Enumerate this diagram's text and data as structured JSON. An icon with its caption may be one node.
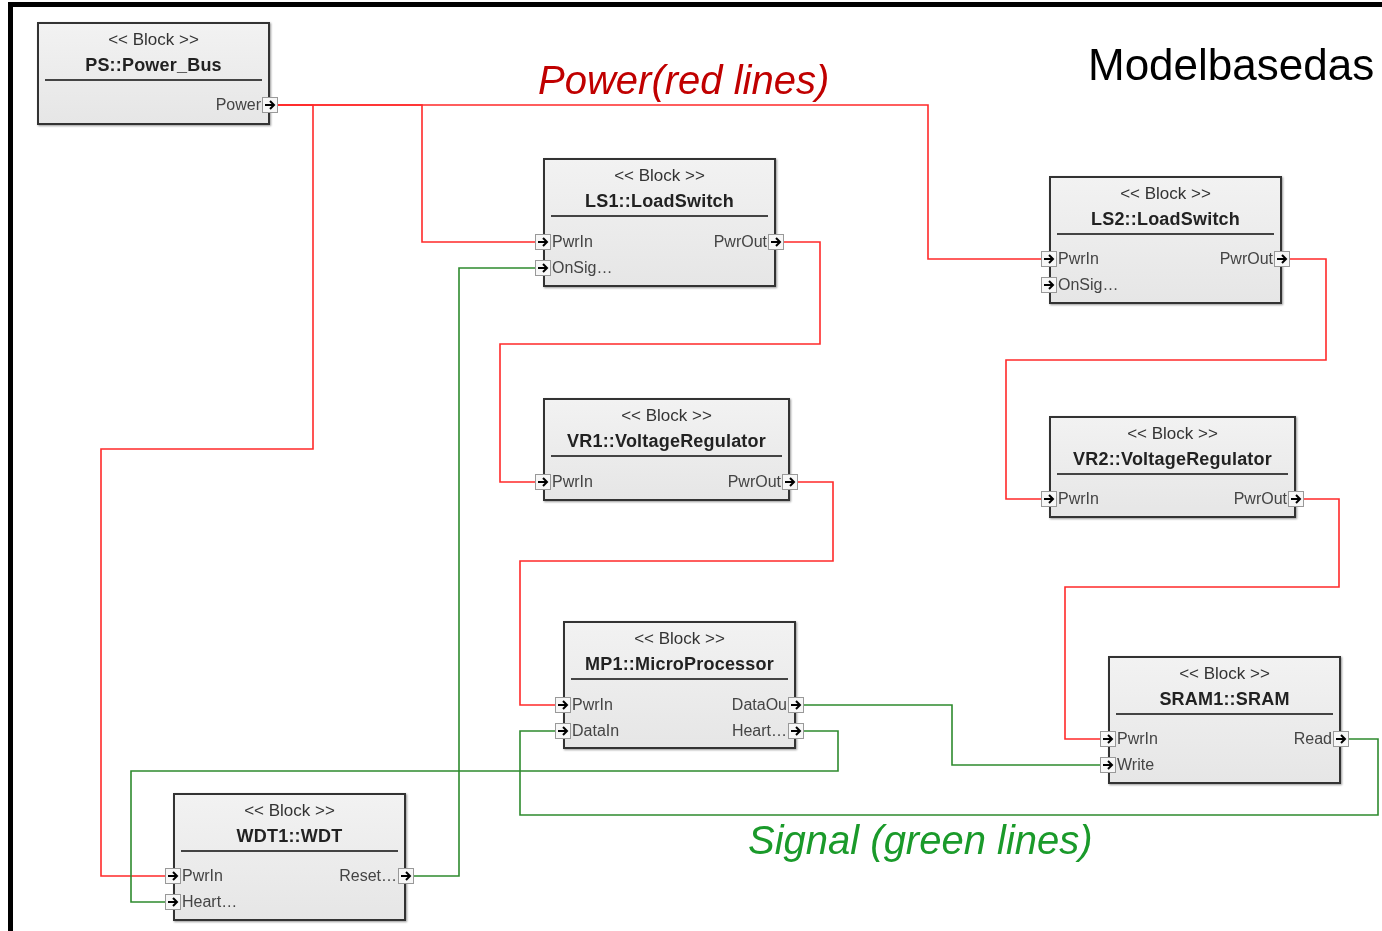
{
  "diagram": {
    "title": "Modelbasedas",
    "nodes": [
      {
        "text": [
          "<< Block >>",
          "PS::Power_Bus"
        ]
      },
      {
        "text": [],
        "shape": "box",
        "in": 0,
        "beside": [
          "Power"
        ]
      },
      {
        "text": [
          "<< Block >>",
          "LS1::LoadSwitch"
        ]
      },
      {
        "text": [],
        "shape": "box",
        "in": 2,
        "beside": [
          "PwrIn"
        ]
      },
      {
        "text": [],
        "shape": "box",
        "in": 2,
        "beside": [
          "OnSig…"
        ]
      },
      {
        "text": [],
        "shape": "box",
        "in": 2,
        "beside": [
          "PwrOut"
        ]
      },
      {
        "text": [
          "<< Block >>",
          "LS2::LoadSwitch"
        ]
      },
      {
        "text": [],
        "shape": "box",
        "in": 6,
        "beside": [
          "PwrIn"
        ]
      },
      {
        "text": [],
        "shape": "box",
        "in": 6,
        "beside": [
          "OnSig…"
        ]
      },
      {
        "text": [],
        "shape": "box",
        "in": 6,
        "beside": [
          "PwrOut"
        ]
      },
      {
        "text": [
          "<< Block >>",
          "VR1::VoltageRegulator"
        ]
      },
      {
        "text": [],
        "shape": "box",
        "in": 10,
        "beside": [
          "PwrIn"
        ]
      },
      {
        "text": [],
        "shape": "box",
        "in": 10,
        "beside": [
          "PwrOut"
        ]
      },
      {
        "text": [
          "<< Block >>",
          "VR2::VoltageRegulator"
        ]
      },
      {
        "text": [],
        "shape": "box",
        "in": 13,
        "beside": [
          "PwrIn"
        ]
      },
      {
        "text": [],
        "shape": "box",
        "in": 13,
        "beside": [
          "PwrOut"
        ]
      },
      {
        "text": [
          "<< Block >>",
          "MP1::MicroProcessor"
        ]
      },
      {
        "text": [],
        "shape": "box",
        "in": 16,
        "beside": [
          "PwrIn"
        ]
      },
      {
        "text": [],
        "shape": "box",
        "in": 16,
        "beside": [
          "DataIn"
        ]
      },
      {
        "text": [],
        "shape": "box",
        "in": 16,
        "beside": [
          "DataOu"
        ]
      },
      {
        "text": [],
        "shape": "box",
        "in": 16,
        "beside": [
          "Heart…"
        ]
      },
      {
        "text": [
          "<< Block >>",
          "SRAM1::SRAM"
        ]
      },
      {
        "text": [],
        "shape": "box",
        "in": 21,
        "beside": [
          "PwrIn"
        ]
      },
      {
        "text": [],
        "shape": "box",
        "in": 21,
        "beside": [
          "Write"
        ]
      },
      {
        "text": [],
        "shape": "box",
        "in": 21,
        "beside": [
          "Read"
        ]
      },
      {
        "text": [
          "<< Block >>",
          "WDT1::WDT"
        ]
      },
      {
        "text": [],
        "shape": "box",
        "in": 25,
        "beside": [
          "PwrIn"
        ]
      },
      {
        "text": [],
        "shape": "box",
        "in": 25,
        "beside": [
          "Heart…"
        ]
      },
      {
        "text": [],
        "shape": "box",
        "in": 25,
        "beside": [
          "Reset…"
        ]
      }
    ],
    "edges": [
      {
        "from": 1,
        "to": 3,
        "arrow": "none"
      },
      {
        "from": 1,
        "to": 7,
        "arrow": "none"
      },
      {
        "from": 1,
        "to": 26,
        "arrow": "none"
      },
      {
        "from": 5,
        "to": 11,
        "arrow": "none"
      },
      {
        "from": 12,
        "to": 17,
        "arrow": "none"
      },
      {
        "from": 9,
        "to": 14,
        "arrow": "none"
      },
      {
        "from": 15,
        "to": 22,
        "arrow": "none"
      },
      {
        "from": 28,
        "to": 4,
        "arrow": "none",
        "color": "#2e8b2e"
      },
      {
        "from": 19,
        "to": 23,
        "arrow": "none",
        "color": "#2e8b2e"
      },
      {
        "from": 20,
        "to": 27,
        "arrow": "none",
        "color": "#2e8b2e"
      },
      {
        "from": 24,
        "to": 18,
        "arrow": "none",
        "color": "#2e8b2e"
      }
    ],
    "labels": [
      "Power(red lines)",
      "Signal (green lines)"
    ]
  }
}
